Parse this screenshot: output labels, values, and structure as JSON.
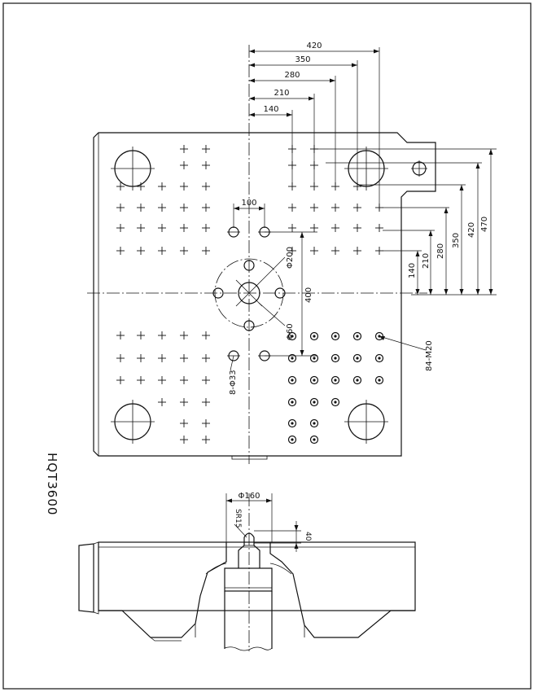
{
  "drawing": {
    "model": "HQT3600",
    "top_view": {
      "horizontal_dims": [
        "420",
        "350",
        "280",
        "210",
        "140"
      ],
      "hole_spacing": "100",
      "ring_dia": "Φ200",
      "center_hole_dia": "Φ60",
      "vertical_dim": "400",
      "tapped_holes": "84-M20",
      "through_holes": "8-Φ33",
      "right_dims": [
        "470",
        "420",
        "350",
        "280",
        "210",
        "140"
      ]
    },
    "side_view": {
      "nozzle_dia": "Φ160",
      "nozzle_radius": "SR15",
      "nozzle_offset": "40"
    }
  }
}
